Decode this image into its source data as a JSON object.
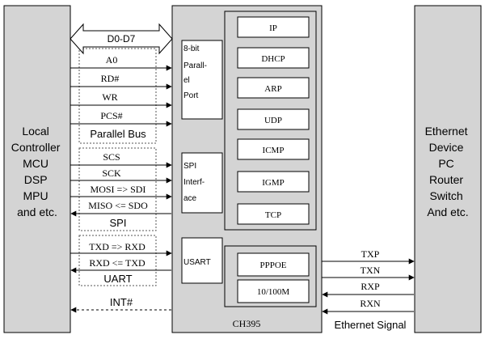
{
  "left_block": {
    "lines": [
      "Local",
      "Controller",
      "MCU",
      "DSP",
      "MPU",
      "and etc."
    ]
  },
  "right_block": {
    "lines": [
      "Ethernet",
      "Device",
      "PC",
      "Router",
      "Switch",
      "And etc."
    ]
  },
  "chip": {
    "name": "CH395",
    "parallel_port_lines": [
      "8-bit",
      "Parall-",
      "el",
      "Port"
    ],
    "spi_interface_lines": [
      "SPI",
      "Interf-",
      "ace"
    ],
    "uart_label": "USART",
    "protocols": [
      "IP",
      "DHCP",
      "ARP",
      "UDP",
      "ICMP",
      "IGMP",
      "TCP"
    ],
    "phy_blocks": [
      "PPPOE",
      "10/100M"
    ]
  },
  "parallel_bus": {
    "data_bus": "D0-D7",
    "signals": [
      "A0",
      "RD#",
      "WR",
      "PCS#"
    ],
    "group_label": "Parallel Bus"
  },
  "spi_bus": {
    "signals": [
      "SCS",
      "SCK",
      "MOSI => SDI",
      "MISO <= SDO"
    ],
    "group_label": "SPI"
  },
  "uart_bus": {
    "signals": [
      "TXD => RXD",
      "RXD <= TXD"
    ],
    "group_label": "UART"
  },
  "interrupt": {
    "label": "INT#"
  },
  "ethernet": {
    "signals": [
      "TXP",
      "TXN",
      "RXP",
      "RXN"
    ],
    "label": "Ethernet Signal"
  }
}
